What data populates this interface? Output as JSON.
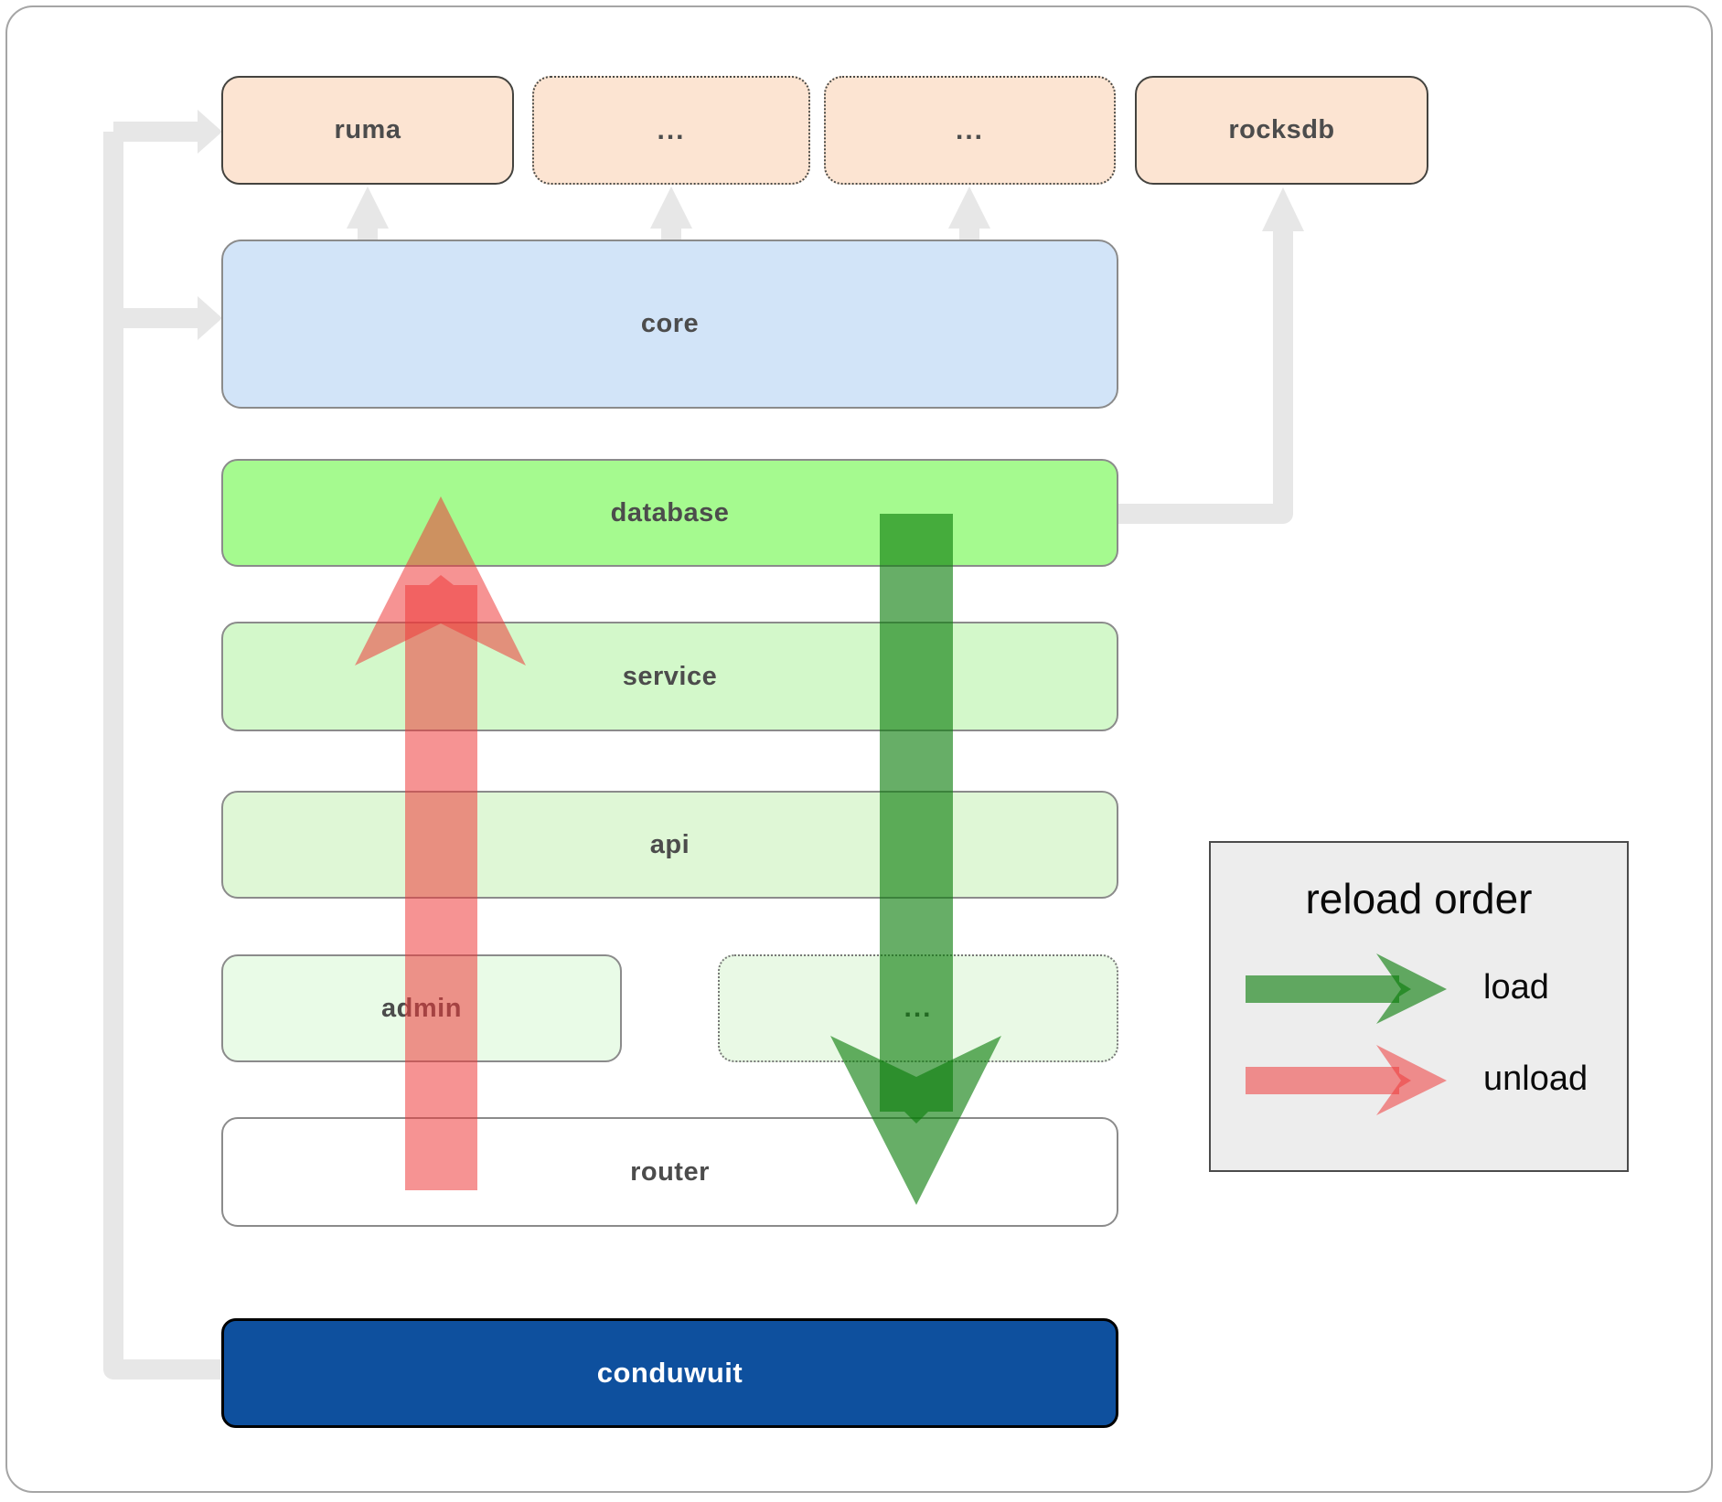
{
  "boxes": {
    "ruma": "ruma",
    "dots1": "...",
    "dots2": "...",
    "rocksdb": "rocksdb",
    "core": "core",
    "database": "database",
    "service": "service",
    "api": "api",
    "admin": "admin",
    "dots3": "...",
    "router": "router",
    "conduwuit": "conduwuit"
  },
  "legend": {
    "title": "reload order",
    "items": [
      {
        "label": "load"
      },
      {
        "label": "unload"
      }
    ]
  },
  "colors": {
    "load_green": "#0a7d0a",
    "unload_red": "#ee3b3b",
    "connector_gray": "#e7e7e7",
    "box_peach": "#fce4d2",
    "box_core_blue": "#d2e4f8",
    "box_database_green": "#a5fa8f",
    "box_service_green": "#d3f8ca",
    "box_api_green": "#dff7d6",
    "box_admin_green": "#e9fbe7",
    "box_router_white": "#ffffff",
    "conduwuit_blue": "#0e509e",
    "legend_bg": "#ededed"
  }
}
